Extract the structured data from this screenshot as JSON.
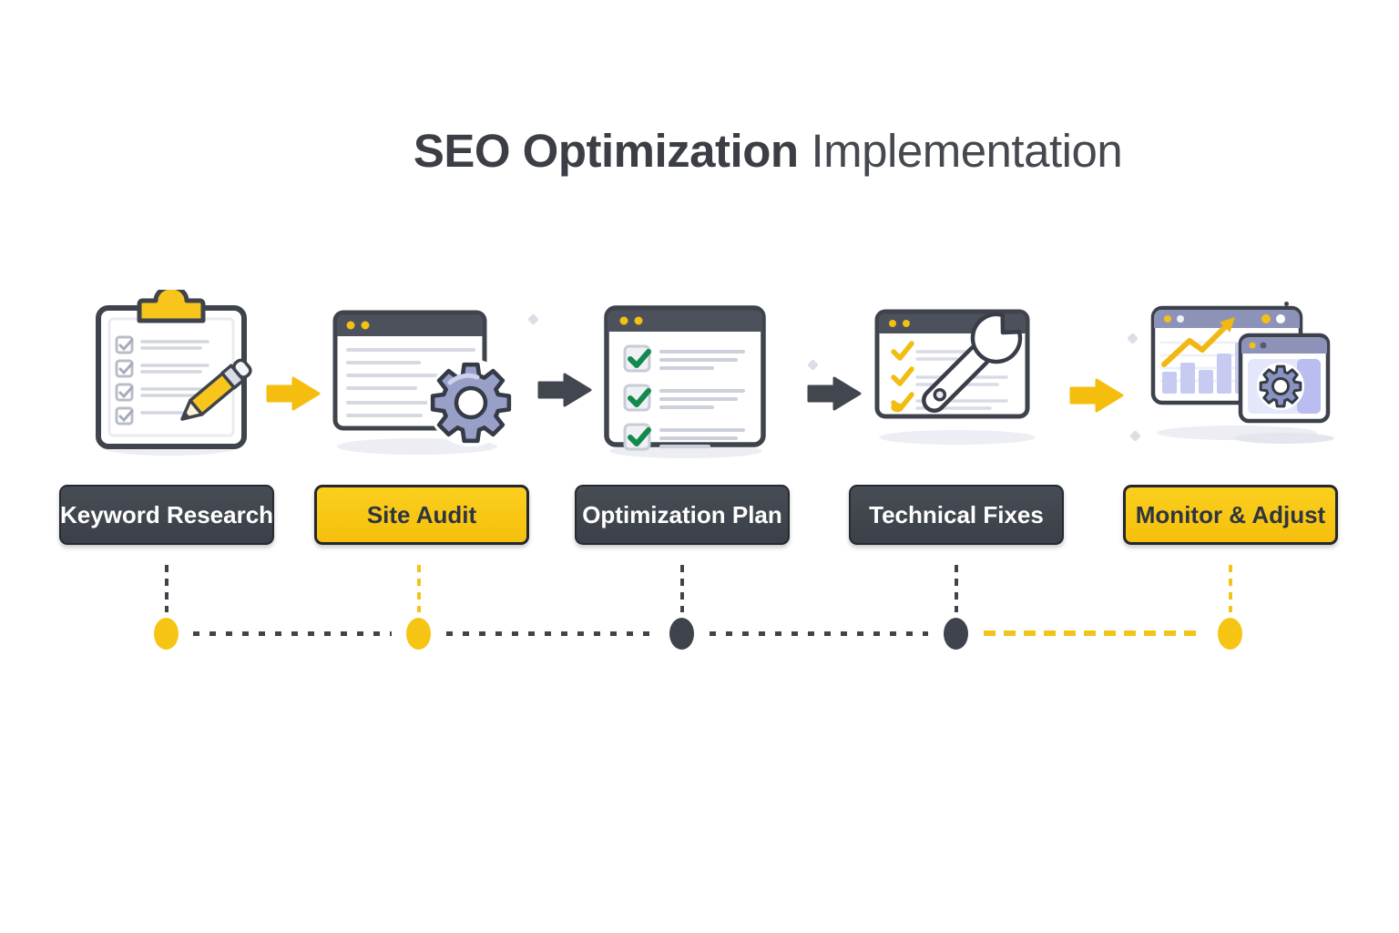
{
  "title": {
    "bold": "SEO Optimization",
    "light": "Implementation"
  },
  "steps": [
    {
      "label": "Keyword Research",
      "variant": "dark",
      "icon": "clipboard-checklist-pencil-icon"
    },
    {
      "label": "Site Audit",
      "variant": "yellow",
      "icon": "browser-gear-icon"
    },
    {
      "label": "Optimization Plan",
      "variant": "dark",
      "icon": "checklist-window-icon"
    },
    {
      "label": "Technical Fixes",
      "variant": "dark",
      "icon": "window-wrench-icon"
    },
    {
      "label": "Monitor & Adjust",
      "variant": "yellow",
      "icon": "analytics-windows-gear-icon"
    }
  ],
  "arrows": [
    {
      "color": "yellow"
    },
    {
      "color": "dark"
    },
    {
      "color": "dark"
    },
    {
      "color": "yellow"
    }
  ],
  "timeline": {
    "dots": [
      {
        "color": "yellow",
        "connector": "dark"
      },
      {
        "color": "yellow",
        "connector": "yellow"
      },
      {
        "color": "dark",
        "connector": "dark"
      },
      {
        "color": "dark",
        "connector": "dark"
      },
      {
        "color": "yellow",
        "connector": "yellow"
      }
    ],
    "segments": [
      "dark",
      "dark",
      "dark",
      "yellow"
    ]
  },
  "colors": {
    "accent_yellow": "#F6C514",
    "dark_gray": "#3F444C",
    "header_gray": "#4C515B",
    "slate_purple": "#99A0C8",
    "lavender": "#C7CBF1",
    "check_green": "#13894D",
    "line_gray": "#D6D9E2"
  }
}
